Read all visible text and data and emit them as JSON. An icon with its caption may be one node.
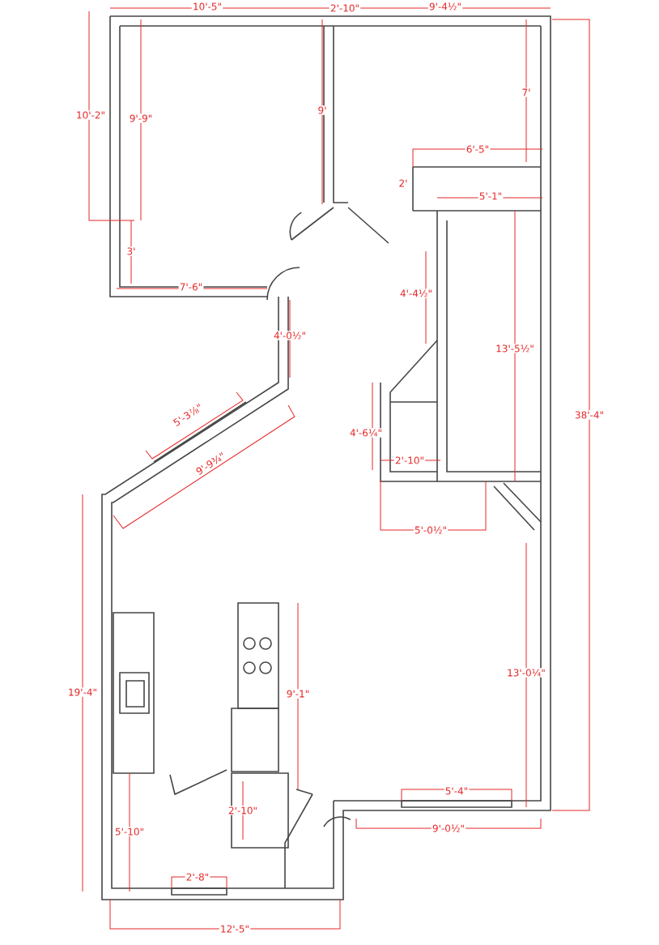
{
  "diagram": {
    "labels": [
      "10'-5\"",
      "2'-10\"",
      "9'-4½\"",
      "7'",
      "10'-2\"",
      "9'-9\"",
      "9'",
      "6'-5\"",
      "2'",
      "5'-1\"",
      "3'",
      "7'-6\"",
      "4'-4½\"",
      "4'-0½\"",
      "13'-5½\"",
      "5'-3⅞\"",
      "38'-4\"",
      "4'-6¼\"",
      "9'-9¾\"",
      "2'-10\"",
      "5'-0½\"",
      "13'-0¼\"",
      "19'-4\"",
      "9'-1\"",
      "5'-4\"",
      "2'-10\"",
      "9'-0½\"",
      "5'-10\"",
      "2'-8\"",
      "12'-5\""
    ]
  }
}
